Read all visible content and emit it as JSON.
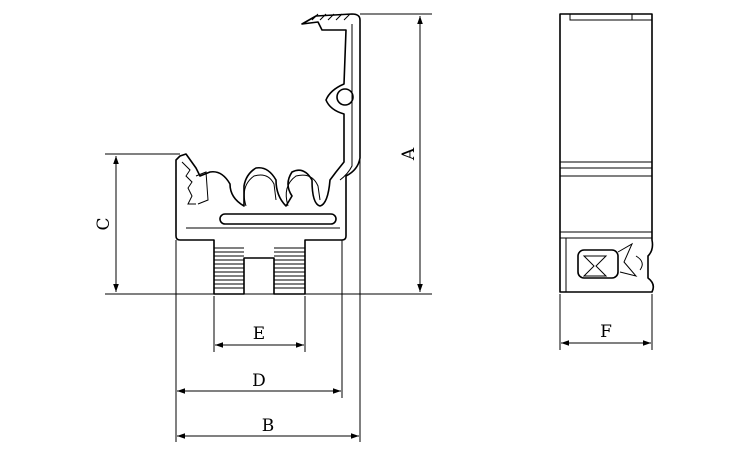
{
  "labels": {
    "a": "A",
    "b": "B",
    "c": "C",
    "d": "D",
    "e": "E",
    "f": "F"
  }
}
